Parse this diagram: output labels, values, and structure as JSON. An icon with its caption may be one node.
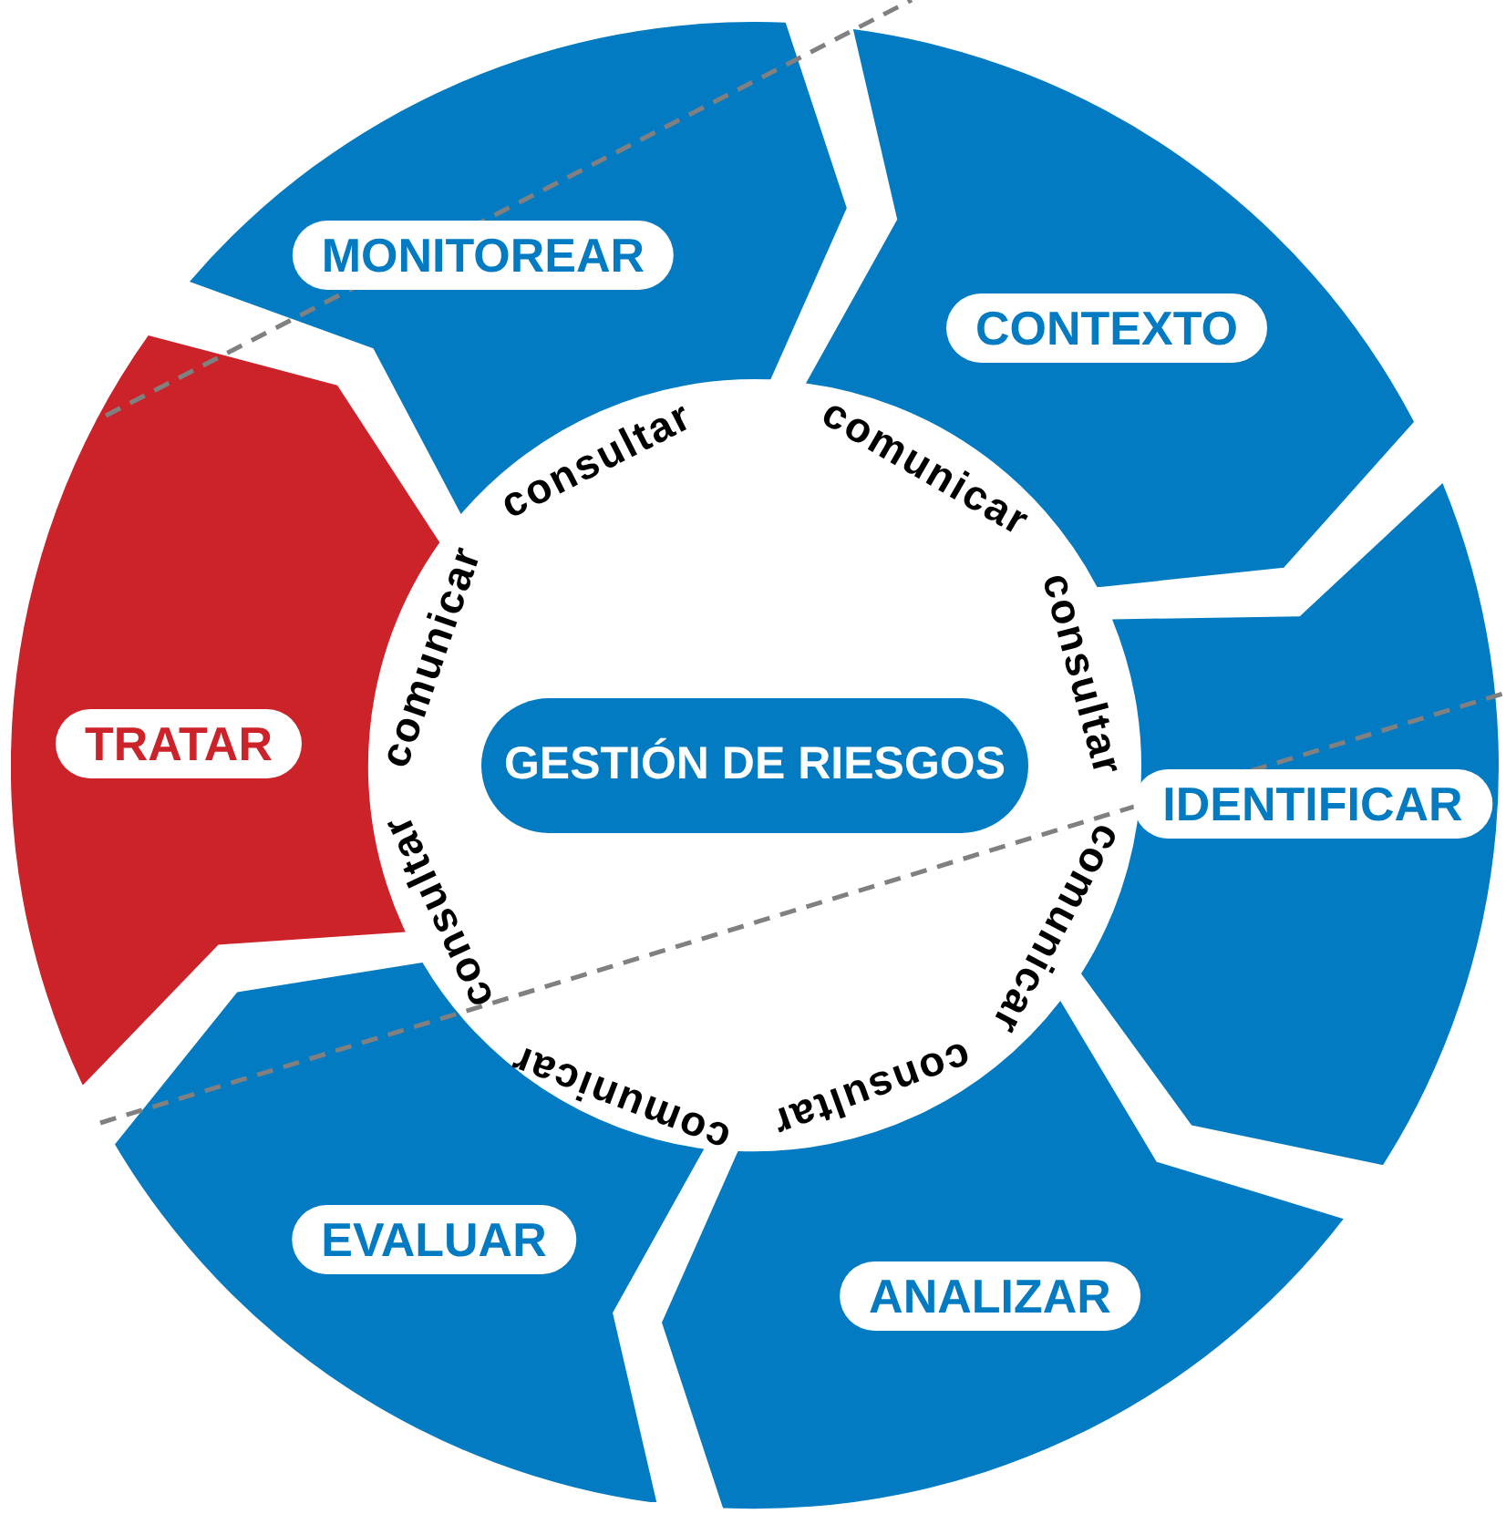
{
  "diagram": {
    "nodes": [
      {
        "text": [
          "GESTIÓN DE RIESGOS"
        ]
      },
      {
        "text": [
          "CONTEXTO"
        ]
      },
      {
        "text": [
          "IDENTIFICAR"
        ]
      },
      {
        "text": [
          "ANALIZAR"
        ]
      },
      {
        "text": [
          "EVALUAR"
        ]
      },
      {
        "text": [
          "TRATAR"
        ]
      },
      {
        "text": [
          "MONITOREAR"
        ]
      }
    ],
    "labels": [
      "consultar",
      "comunicar",
      "consultar",
      "comunicar",
      "consultar",
      "comunicar",
      "consultar",
      "comunicar"
    ]
  }
}
